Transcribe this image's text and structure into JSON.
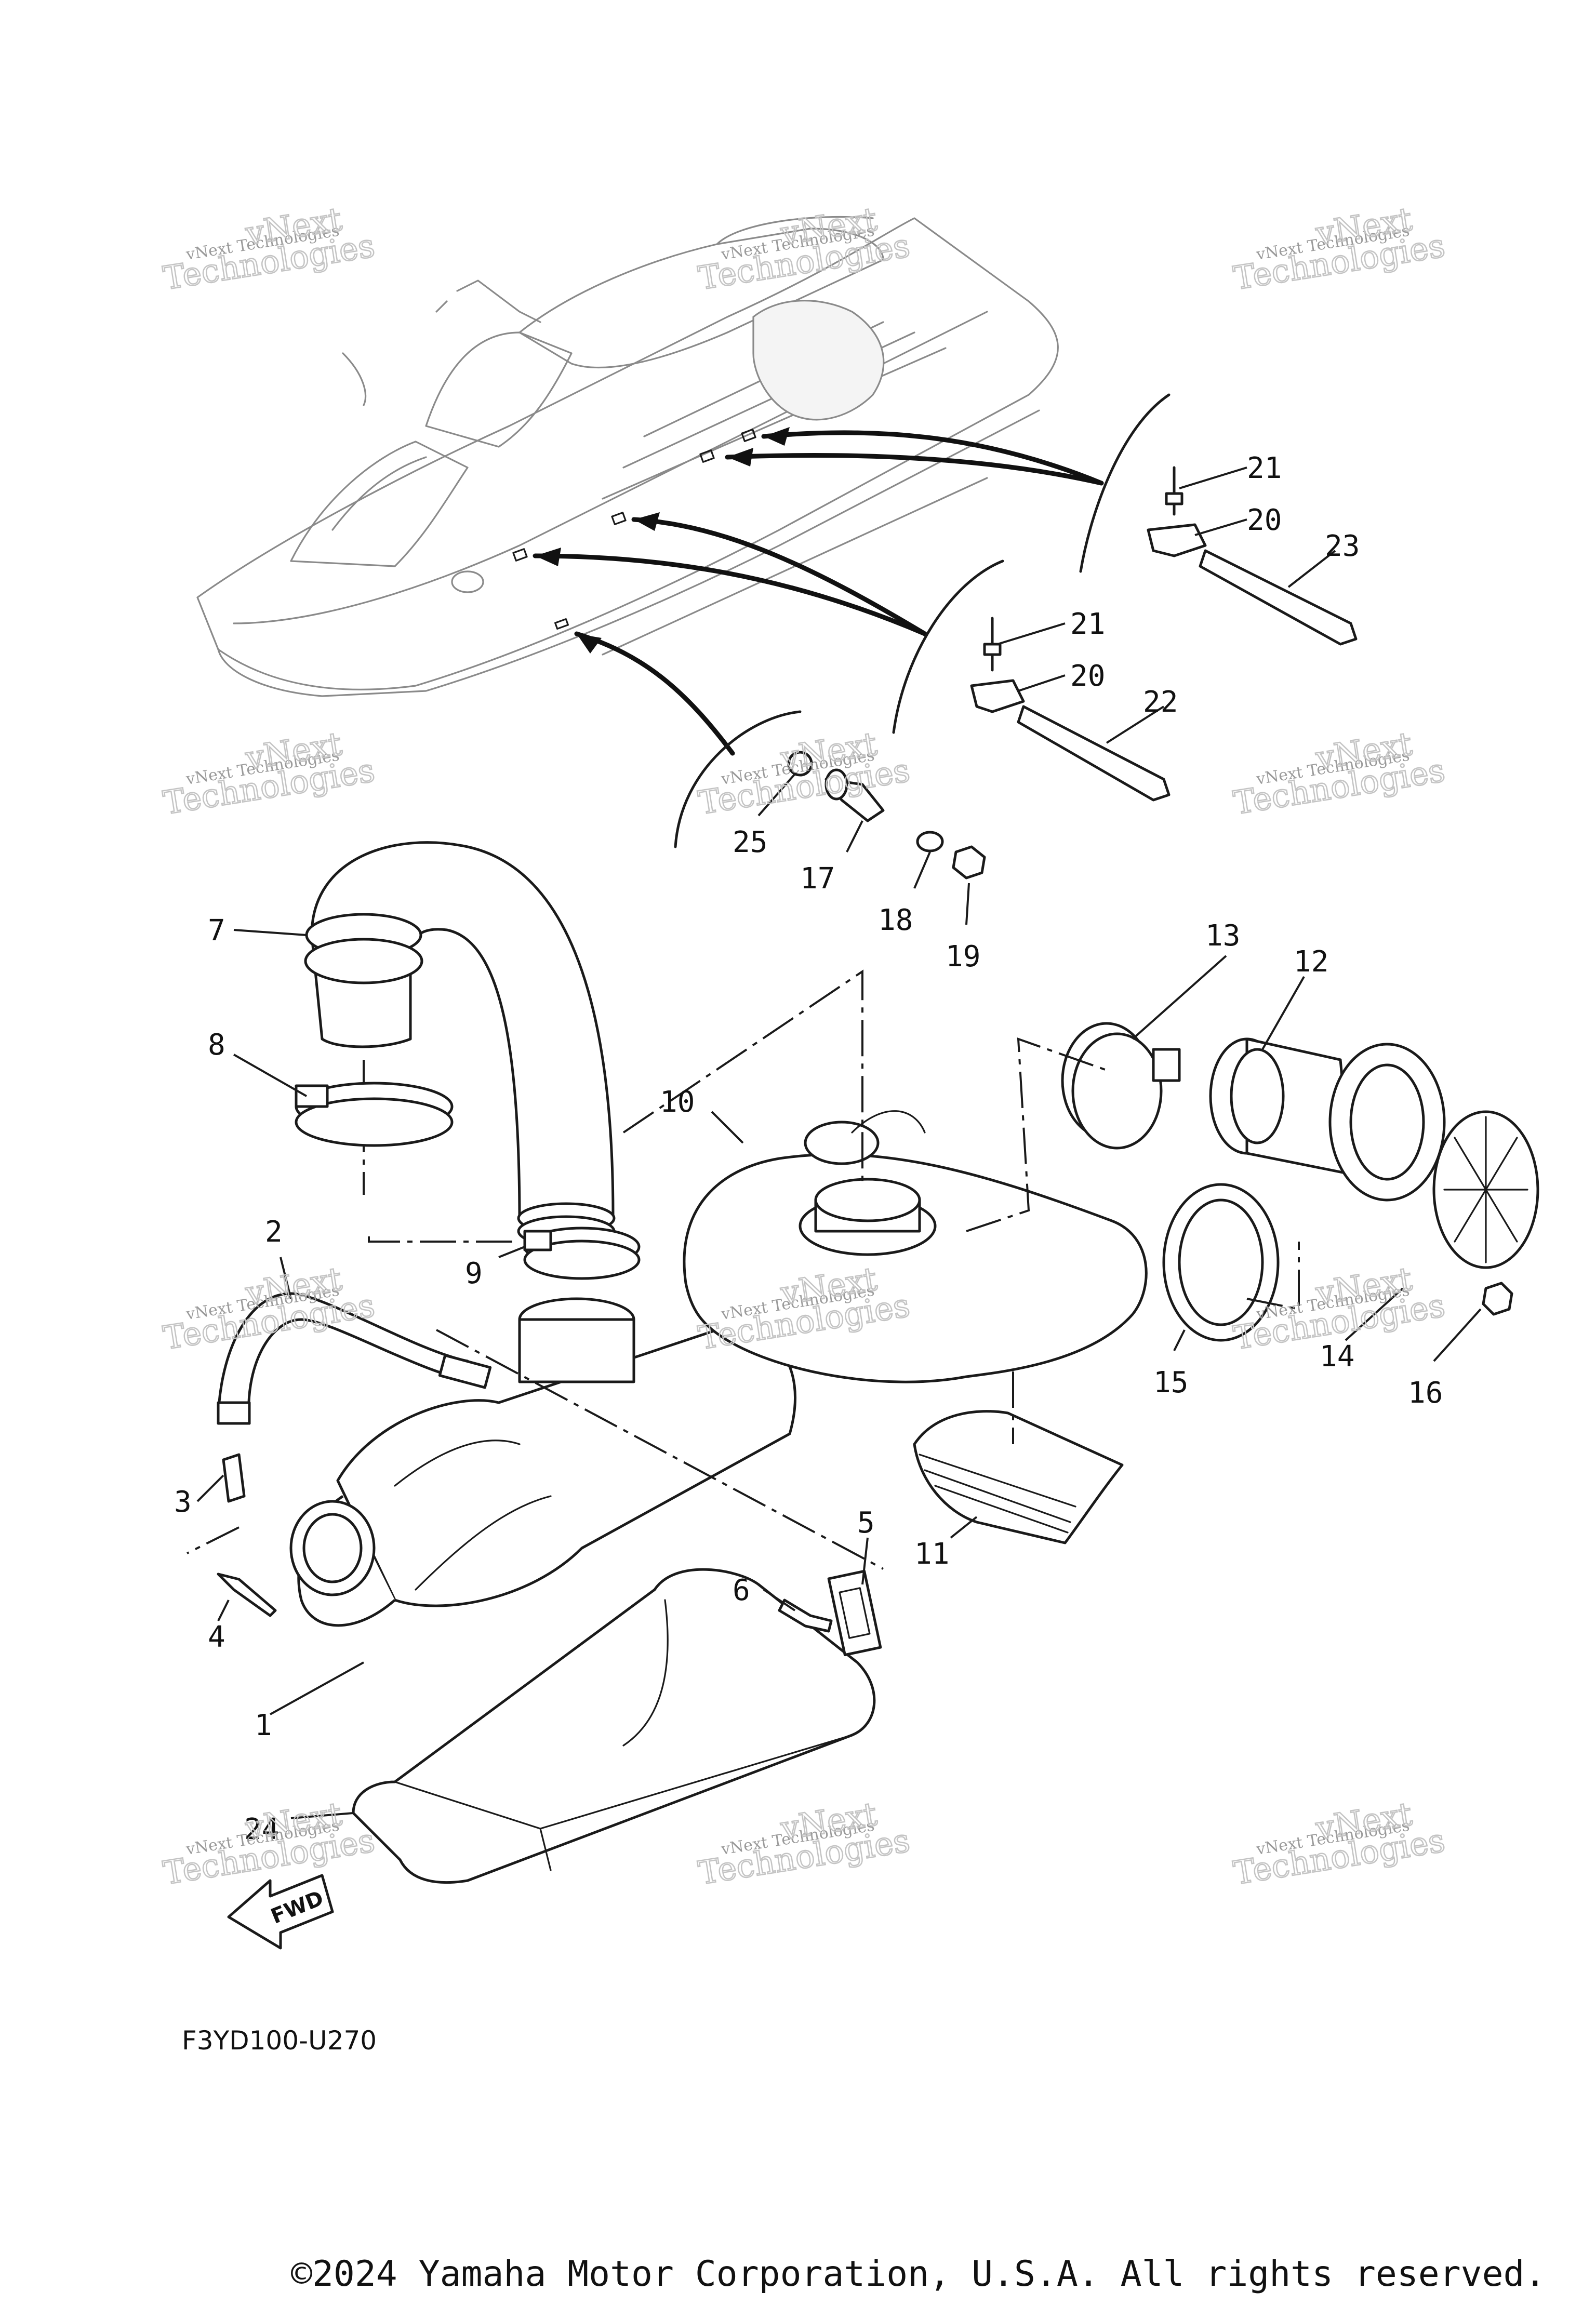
{
  "diagram_code": "F3YD100-U270",
  "fwd_label": "FWD",
  "copyright": "©2024 Yamaha Motor Corporation, U.S.A. All rights reserved.",
  "watermark": {
    "line1": "vNext Technologies",
    "line2_a": "vNext",
    "line2_b": "Technologies"
  },
  "callouts": [
    "1",
    "2",
    "3",
    "4",
    "5",
    "6",
    "7",
    "8",
    "9",
    "10",
    "11",
    "12",
    "13",
    "14",
    "15",
    "16",
    "17",
    "18",
    "19",
    "20",
    "21",
    "22",
    "23",
    "24",
    "25"
  ],
  "callout_20b": "20",
  "callout_21b": "21"
}
